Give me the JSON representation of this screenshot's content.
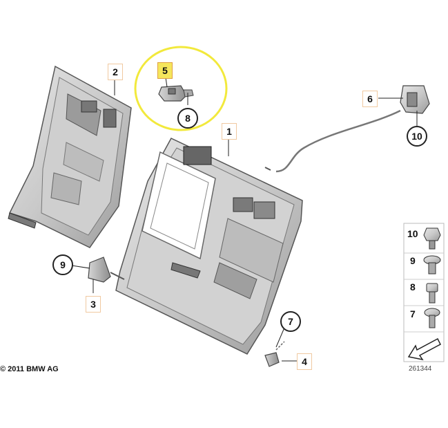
{
  "parts": {
    "p1": "1",
    "p2": "2",
    "p3": "3",
    "p4": "4",
    "p5": "5",
    "p6": "6",
    "p7": "7",
    "p8": "8",
    "p9": "9",
    "p10": "10"
  },
  "legend": {
    "items": [
      "10",
      "9",
      "8",
      "7"
    ]
  },
  "highlight_color": "#f2e93c",
  "copyright": "© 2011 BMW AG",
  "diagram_number": "261344"
}
